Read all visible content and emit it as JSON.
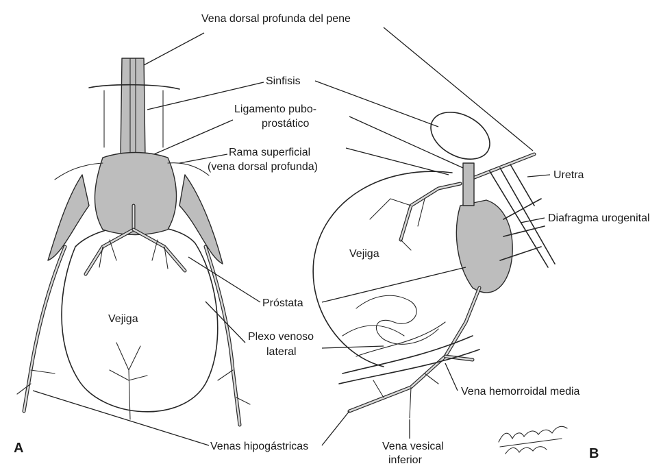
{
  "labels": {
    "vena_dorsal": "Vena dorsal profunda del pene",
    "sinfisis": "Sinfisis",
    "ligamento_1": "Ligamento pubo-",
    "ligamento_2": "prostático",
    "rama_1": "Rama superficial",
    "rama_2": "(vena dorsal profunda)",
    "uretra": "Uretra",
    "diafragma": "Diafragma urogenital",
    "vejiga_a": "Vejiga",
    "vejiga_b": "Vejiga",
    "prostata": "Próstata",
    "plexo_1": "Plexo venoso",
    "plexo_2": "lateral",
    "hemorroidal": "Vena hemorroidal media",
    "hipogastricas": "Venas hipogástricas",
    "vesical_1": "Vena vesical",
    "vesical_2": "inferior",
    "panel_a": "A",
    "panel_b": "B"
  },
  "signature": {
    "line1": "Lewis Goldstein",
    "line2": "Kip W. Stoud"
  }
}
